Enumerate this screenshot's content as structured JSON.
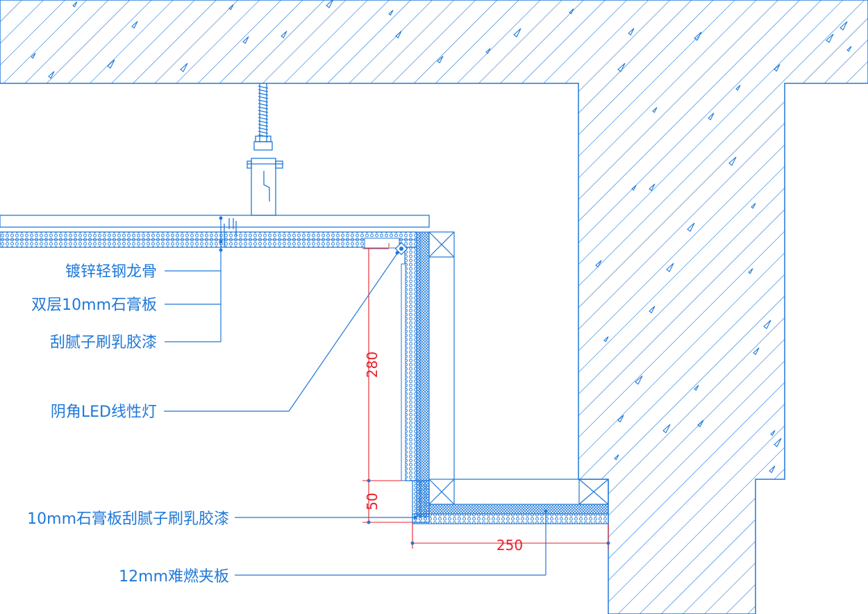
{
  "labels": {
    "keel": "镀锌轻钢龙骨",
    "gypsum_double": "双层10mm石膏板",
    "putty_paint": "刮腻子刷乳胶漆",
    "led": "阴角LED线性灯",
    "gypsum_putty": "10mm石膏板刮腻子刷乳胶漆",
    "fire_board": "12mm难燃夹板"
  },
  "dimensions": {
    "d280": "280",
    "d50": "50",
    "d250": "250"
  },
  "colors": {
    "line": "#1e78d8",
    "dimension": "#e8202a",
    "background": "#ffffff"
  }
}
